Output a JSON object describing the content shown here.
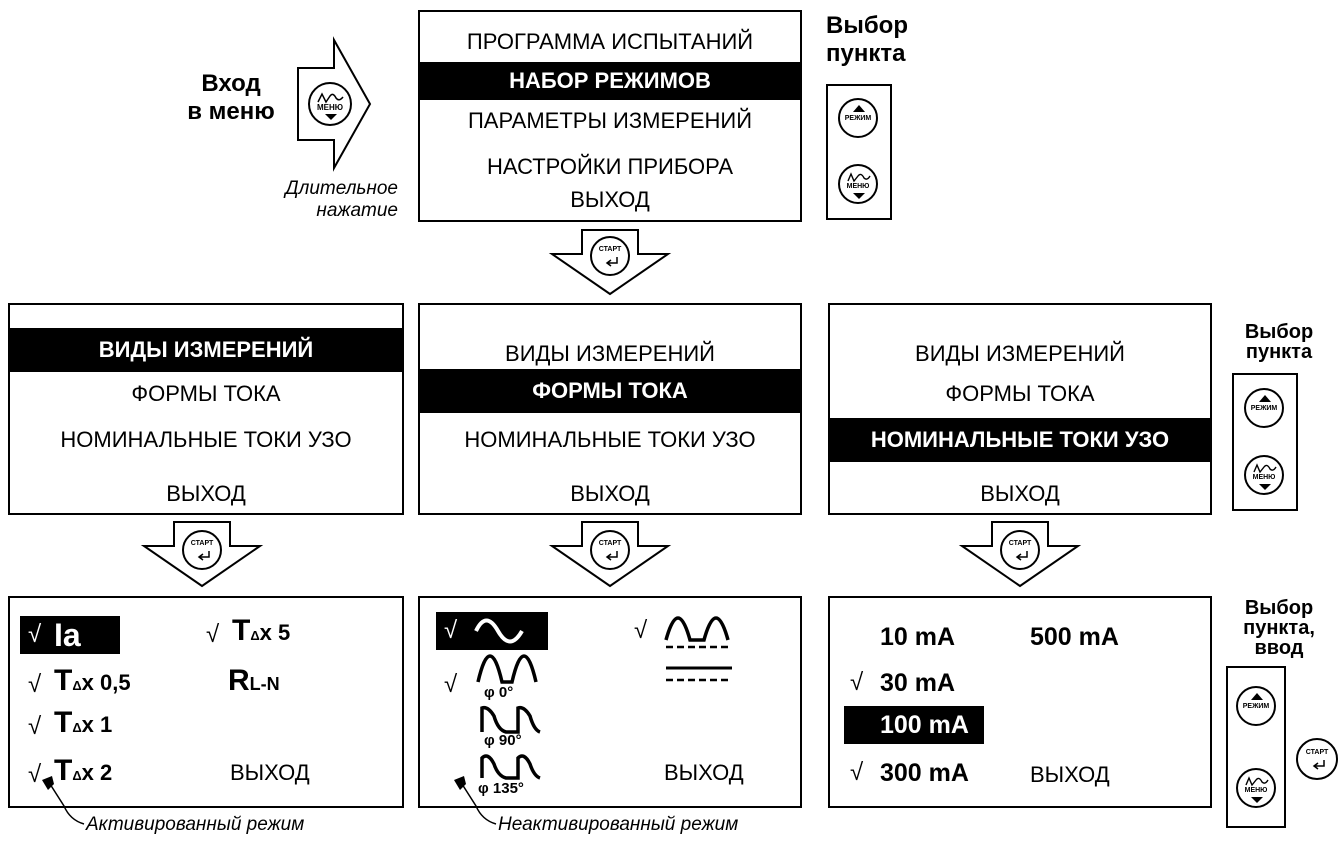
{
  "entry": {
    "title_line1": "Вход",
    "title_line2": "в меню",
    "note_line1": "Длительное",
    "note_line2": "нажатие",
    "button_label": "МЕНЮ"
  },
  "main_menu": {
    "items": [
      "ПРОГРАММА ИСПЫТАНИЙ",
      "НАБОР РЕЖИМОВ",
      "ПАРАМЕТРЫ ИЗМЕРЕНИЙ",
      "НАСТРОЙКИ ПРИБОРА",
      "ВЫХОД"
    ],
    "selected": 1
  },
  "select_top": {
    "line1": "Выбор",
    "line2": "пункта"
  },
  "select_mid": {
    "line1": "Выбор",
    "line2": "пункта"
  },
  "select_bottom": {
    "line1": "Выбор",
    "line2": "пункта,",
    "line3": "ввод"
  },
  "buttons": {
    "mode": "РЕЖИМ",
    "menu": "МЕНЮ",
    "start": "СТАРТ"
  },
  "submenus": [
    {
      "items": [
        "ВИДЫ ИЗМЕРЕНИЙ",
        "ФОРМЫ ТОКА",
        "НОМИНАЛЬНЫЕ ТОКИ УЗО",
        "ВЫХОД"
      ],
      "selected": 0
    },
    {
      "items": [
        "ВИДЫ ИЗМЕРЕНИЙ",
        "ФОРМЫ ТОКА",
        "НОМИНАЛЬНЫЕ ТОКИ УЗО",
        "ВЫХОД"
      ],
      "selected": 1
    },
    {
      "items": [
        "ВИДЫ ИЗМЕРЕНИЙ",
        "ФОРМЫ ТОКА",
        "НОМИНАЛЬНЫЕ ТОКИ УЗО",
        "ВЫХОД"
      ],
      "selected": 2
    }
  ],
  "measurements": {
    "check": "√",
    "ia": "Ia",
    "t": "T",
    "delta": "Δ",
    "x05": "x 0,5",
    "x1": "x 1",
    "x2": "x 2",
    "x5": "x 5",
    "r": "R",
    "rsub": "L-N",
    "exit": "ВЫХОД"
  },
  "waveforms": {
    "check": "√",
    "phi0": "φ 0°",
    "phi90": "φ 90°",
    "phi135": "φ 135°",
    "exit": "ВЫХОД"
  },
  "currents": {
    "check": "√",
    "values": [
      "10 mA",
      "500 mA",
      "30 mA",
      "100 mA",
      "300 mA"
    ],
    "exit": "ВЫХОД"
  },
  "legend": {
    "active": "Активированный режим",
    "inactive": "Неактивированный режим"
  }
}
